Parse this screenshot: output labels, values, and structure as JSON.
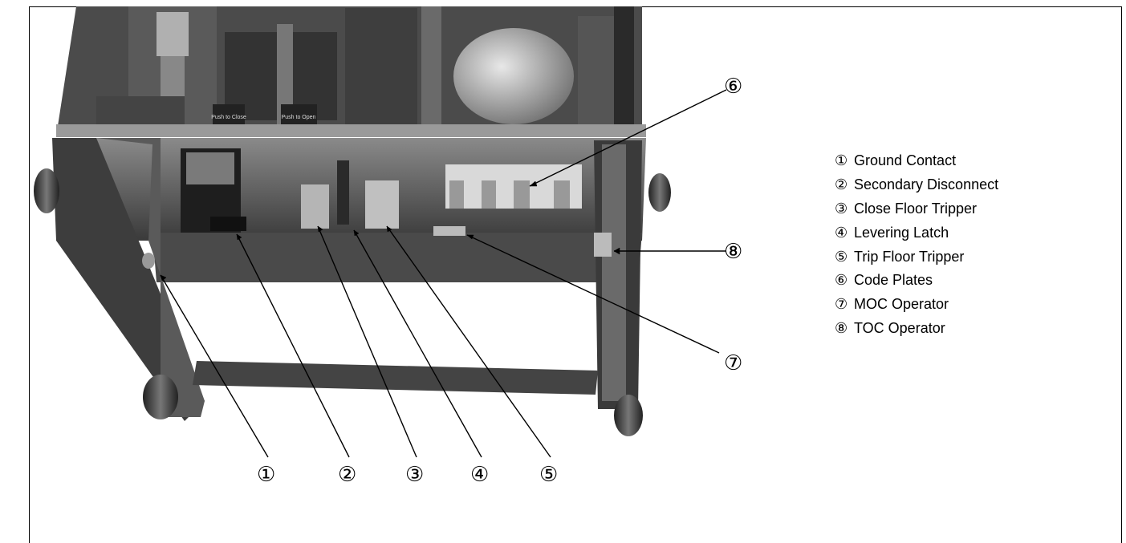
{
  "callouts": {
    "c1": "①",
    "c2": "②",
    "c3": "③",
    "c4": "④",
    "c5": "⑤",
    "c6": "⑥",
    "c7": "⑦",
    "c8": "⑧"
  },
  "legend": [
    {
      "num": "①",
      "label": "Ground Contact"
    },
    {
      "num": "②",
      "label": "Secondary Disconnect"
    },
    {
      "num": "③",
      "label": "Close Floor Tripper"
    },
    {
      "num": "④",
      "label": "Levering Latch"
    },
    {
      "num": "⑤",
      "label": "Trip Floor Tripper"
    },
    {
      "num": "⑥",
      "label": "Code Plates"
    },
    {
      "num": "⑦",
      "label": "MOC Operator"
    },
    {
      "num": "⑧",
      "label": "TOC Operator"
    }
  ],
  "photo_labels": {
    "btn_close": "Push to Close",
    "btn_open": "Push to Open"
  }
}
